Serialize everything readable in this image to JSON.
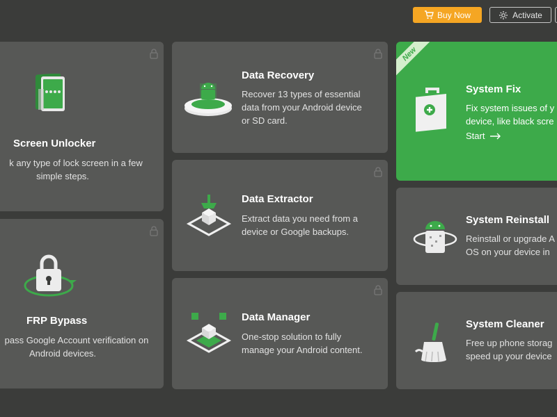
{
  "header": {
    "buy_now": "Buy Now",
    "activate": "Activate"
  },
  "icons": {
    "cart": "cart-icon",
    "activate": "gear-icon",
    "lock": "lock-icon",
    "arrow": "arrow-right-icon"
  },
  "colors": {
    "background": "#3b3c3a",
    "card": "#575856",
    "accent_green": "#3daa4a",
    "buy_orange": "#f5a623"
  },
  "cards": {
    "screen_unlocker": {
      "title": "Screen Unlocker",
      "desc_line1": "k any type of lock screen in a few",
      "desc_line2": "simple steps."
    },
    "frp_bypass": {
      "title": "FRP Bypass",
      "desc_line1": "pass Google Account verification on",
      "desc_line2": "Android devices."
    },
    "data_recovery": {
      "title": "Data Recovery",
      "desc_line1": "Recover 13 types of essential",
      "desc_line2": "data from your Android device",
      "desc_line3": "or SD card."
    },
    "data_extractor": {
      "title": "Data Extractor",
      "desc_line1": "Extract data you need from a",
      "desc_line2": "device or Google backups."
    },
    "data_manager": {
      "title": "Data Manager",
      "desc_line1": "One-stop solution to fully",
      "desc_line2": "manage your Android content."
    },
    "system_fix": {
      "badge": "New",
      "title": "System Fix",
      "desc_line1": "Fix system issues of y",
      "desc_line2": "device, like black scre",
      "start": "Start"
    },
    "system_reinstall": {
      "title": "System Reinstall",
      "desc_line1": "Reinstall or upgrade A",
      "desc_line2": "OS on your device in"
    },
    "system_cleaner": {
      "title": "System Cleaner",
      "desc_line1": "Free up phone storag",
      "desc_line2": "speed up your device"
    }
  }
}
